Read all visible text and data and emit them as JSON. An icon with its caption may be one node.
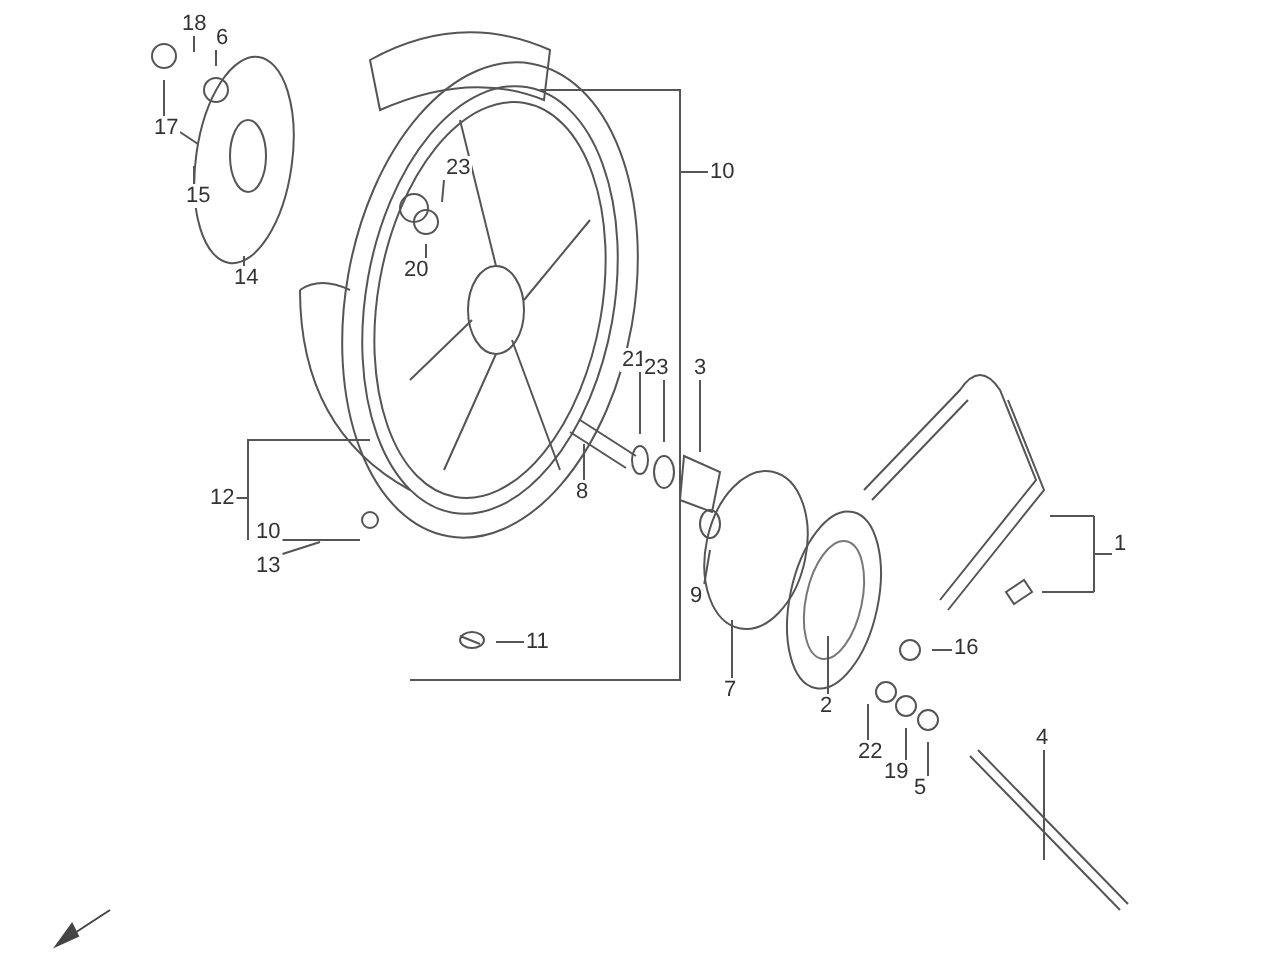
{
  "diagram": {
    "nodes": [
      {
        "text": [
          "18"
        ]
      },
      {
        "text": [
          "6"
        ]
      },
      {
        "text": [
          "17"
        ]
      },
      {
        "text": [
          "23"
        ]
      },
      {
        "text": [
          "10"
        ]
      },
      {
        "text": [
          "15"
        ]
      },
      {
        "text": [
          "20"
        ]
      },
      {
        "text": [
          "14"
        ]
      },
      {
        "text": [
          "21"
        ]
      },
      {
        "text": [
          "23"
        ]
      },
      {
        "text": [
          "3"
        ]
      },
      {
        "text": [
          "8"
        ]
      },
      {
        "text": [
          "12"
        ]
      },
      {
        "text": [
          "1"
        ]
      },
      {
        "text": [
          "10"
        ]
      },
      {
        "text": [
          "13"
        ]
      },
      {
        "text": [
          "9"
        ]
      },
      {
        "text": [
          "11"
        ]
      },
      {
        "text": [
          "16"
        ]
      },
      {
        "text": [
          "7"
        ]
      },
      {
        "text": [
          "2"
        ]
      },
      {
        "text": [
          "4"
        ]
      },
      {
        "text": [
          "22"
        ]
      },
      {
        "text": [
          "19"
        ]
      },
      {
        "text": [
          "5"
        ]
      }
    ],
    "edges": [
      {
        "from": 0,
        "to": null,
        "arrow": "none"
      },
      {
        "from": 1,
        "to": null,
        "arrow": "none"
      },
      {
        "from": 2,
        "to": null,
        "arrow": "none"
      },
      {
        "from": 3,
        "to": null,
        "arrow": "none"
      },
      {
        "from": 4,
        "to": null,
        "arrow": "none"
      },
      {
        "from": 5,
        "to": null,
        "arrow": "none"
      },
      {
        "from": 6,
        "to": null,
        "arrow": "none"
      },
      {
        "from": 7,
        "to": null,
        "arrow": "none"
      },
      {
        "from": 8,
        "to": null,
        "arrow": "none"
      },
      {
        "from": 9,
        "to": null,
        "arrow": "none"
      },
      {
        "from": 10,
        "to": null,
        "arrow": "none"
      },
      {
        "from": 11,
        "to": null,
        "arrow": "none"
      },
      {
        "from": 12,
        "to": null,
        "arrow": "none"
      },
      {
        "from": 13,
        "to": null,
        "arrow": "none"
      },
      {
        "from": 14,
        "to": null,
        "arrow": "none"
      },
      {
        "from": 15,
        "to": null,
        "arrow": "none"
      },
      {
        "from": 16,
        "to": null,
        "arrow": "none"
      },
      {
        "from": 17,
        "to": null,
        "arrow": "none"
      },
      {
        "from": 18,
        "to": null,
        "arrow": "none"
      },
      {
        "from": 19,
        "to": null,
        "arrow": "none"
      },
      {
        "from": 20,
        "to": null,
        "arrow": "none"
      },
      {
        "from": 21,
        "to": null,
        "arrow": "none"
      },
      {
        "from": 22,
        "to": null,
        "arrow": "none"
      },
      {
        "from": 23,
        "to": null,
        "arrow": "none"
      },
      {
        "from": 24,
        "to": null,
        "arrow": "none"
      }
    ]
  }
}
